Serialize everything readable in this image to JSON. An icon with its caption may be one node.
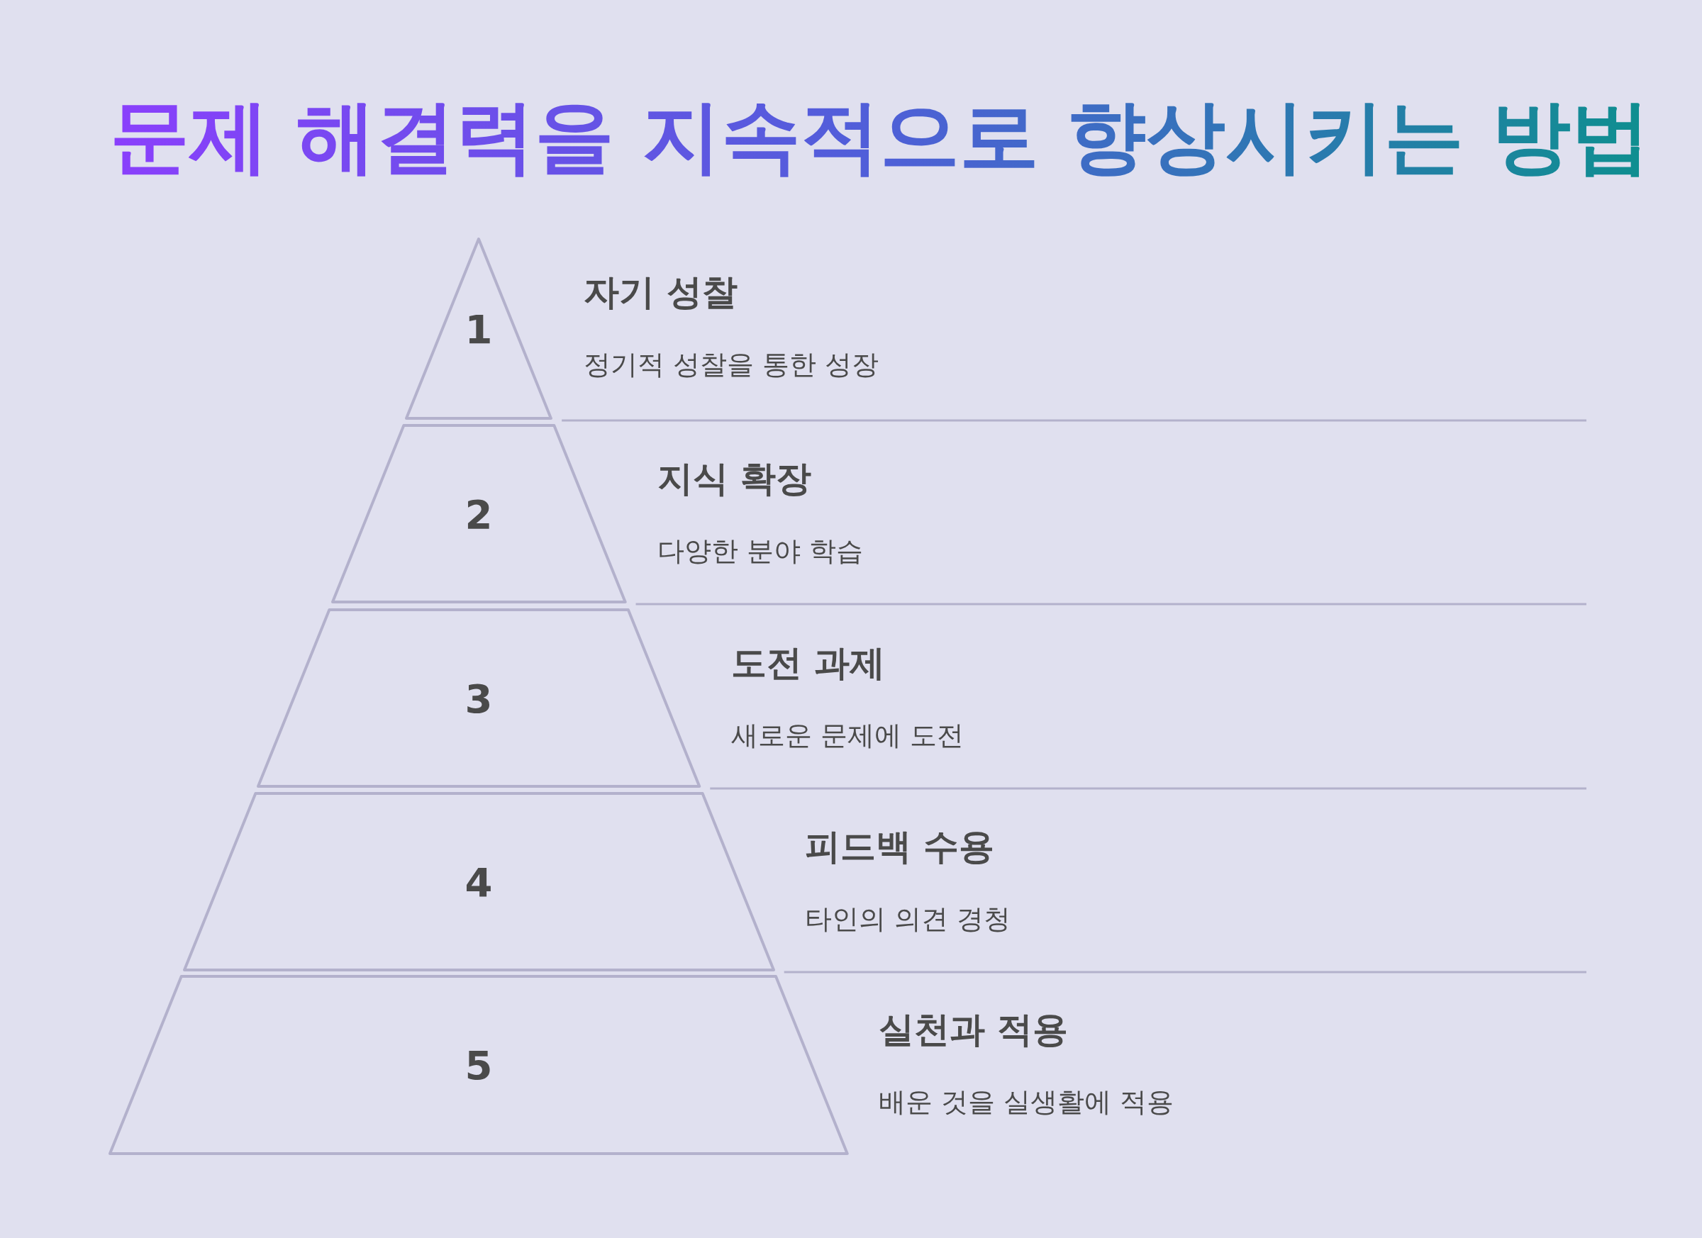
{
  "diagram": {
    "title": "문제 해결력을 지속적으로 향상시키는 방법",
    "nodes": [
      {
        "text": [
          "1"
        ],
        "beside": [
          "자기 성찰",
          "정기적 성찰을 통한 성장"
        ]
      },
      {
        "text": [
          "2"
        ],
        "beside": [
          "지식 확장",
          "다양한 분야 학습"
        ]
      },
      {
        "text": [
          "3"
        ],
        "beside": [
          "도전 과제",
          "새로운 문제에 도전"
        ]
      },
      {
        "text": [
          "4"
        ],
        "beside": [
          "피드백 수용",
          "타인의 의견 경청"
        ]
      },
      {
        "text": [
          "5"
        ],
        "beside": [
          "실천과 적용",
          "배운 것을 실생활에 적용"
        ]
      }
    ]
  }
}
